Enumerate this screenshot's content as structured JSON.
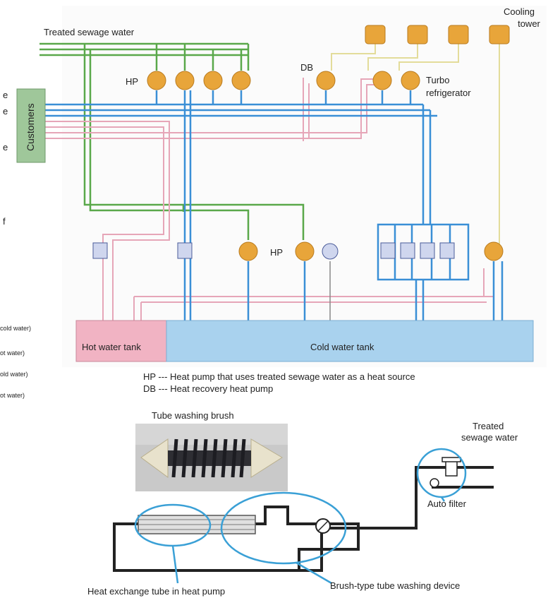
{
  "labels": {
    "treated_sewage_water": "Treated sewage water",
    "cooling_tower": [
      "Cooling",
      "tower"
    ],
    "customers": "Customers",
    "hp": "HP",
    "db": "DB",
    "turbo_refrigerator": [
      "Turbo",
      "refrigerator"
    ],
    "hot_water_tank": "Hot water tank",
    "cold_water_tank": "Cold water tank",
    "hp_definition": "HP --- Heat pump that uses treated sewage water as a heat source",
    "db_definition": "DB --- Heat recovery heat pump"
  },
  "legend_fragments": [
    "cold water)",
    "ot water)",
    "old water)",
    "ot water)"
  ],
  "edge_fragments": [
    "e",
    "e",
    "e",
    "f"
  ],
  "lower": {
    "tube_washing_brush": "Tube washing brush",
    "treated_sewage_water": [
      "Treated",
      "sewage water"
    ],
    "auto_filter": "Auto filter",
    "heat_exchange_tube": "Heat exchange tube in heat pump",
    "brush_device": "Brush-type tube washing device"
  },
  "colors": {
    "cold_water": "#3a8fd6",
    "hot_water": "#e6a6b8",
    "sewage_water": "#5aa84a",
    "cooling_water": "#e3dc9a",
    "equipment": "#e8a53a",
    "highlight": "#3aa0d6",
    "customers_box": "#9fc79a",
    "hot_tank": "#f1b3c3",
    "cold_tank": "#a9d2ee"
  }
}
